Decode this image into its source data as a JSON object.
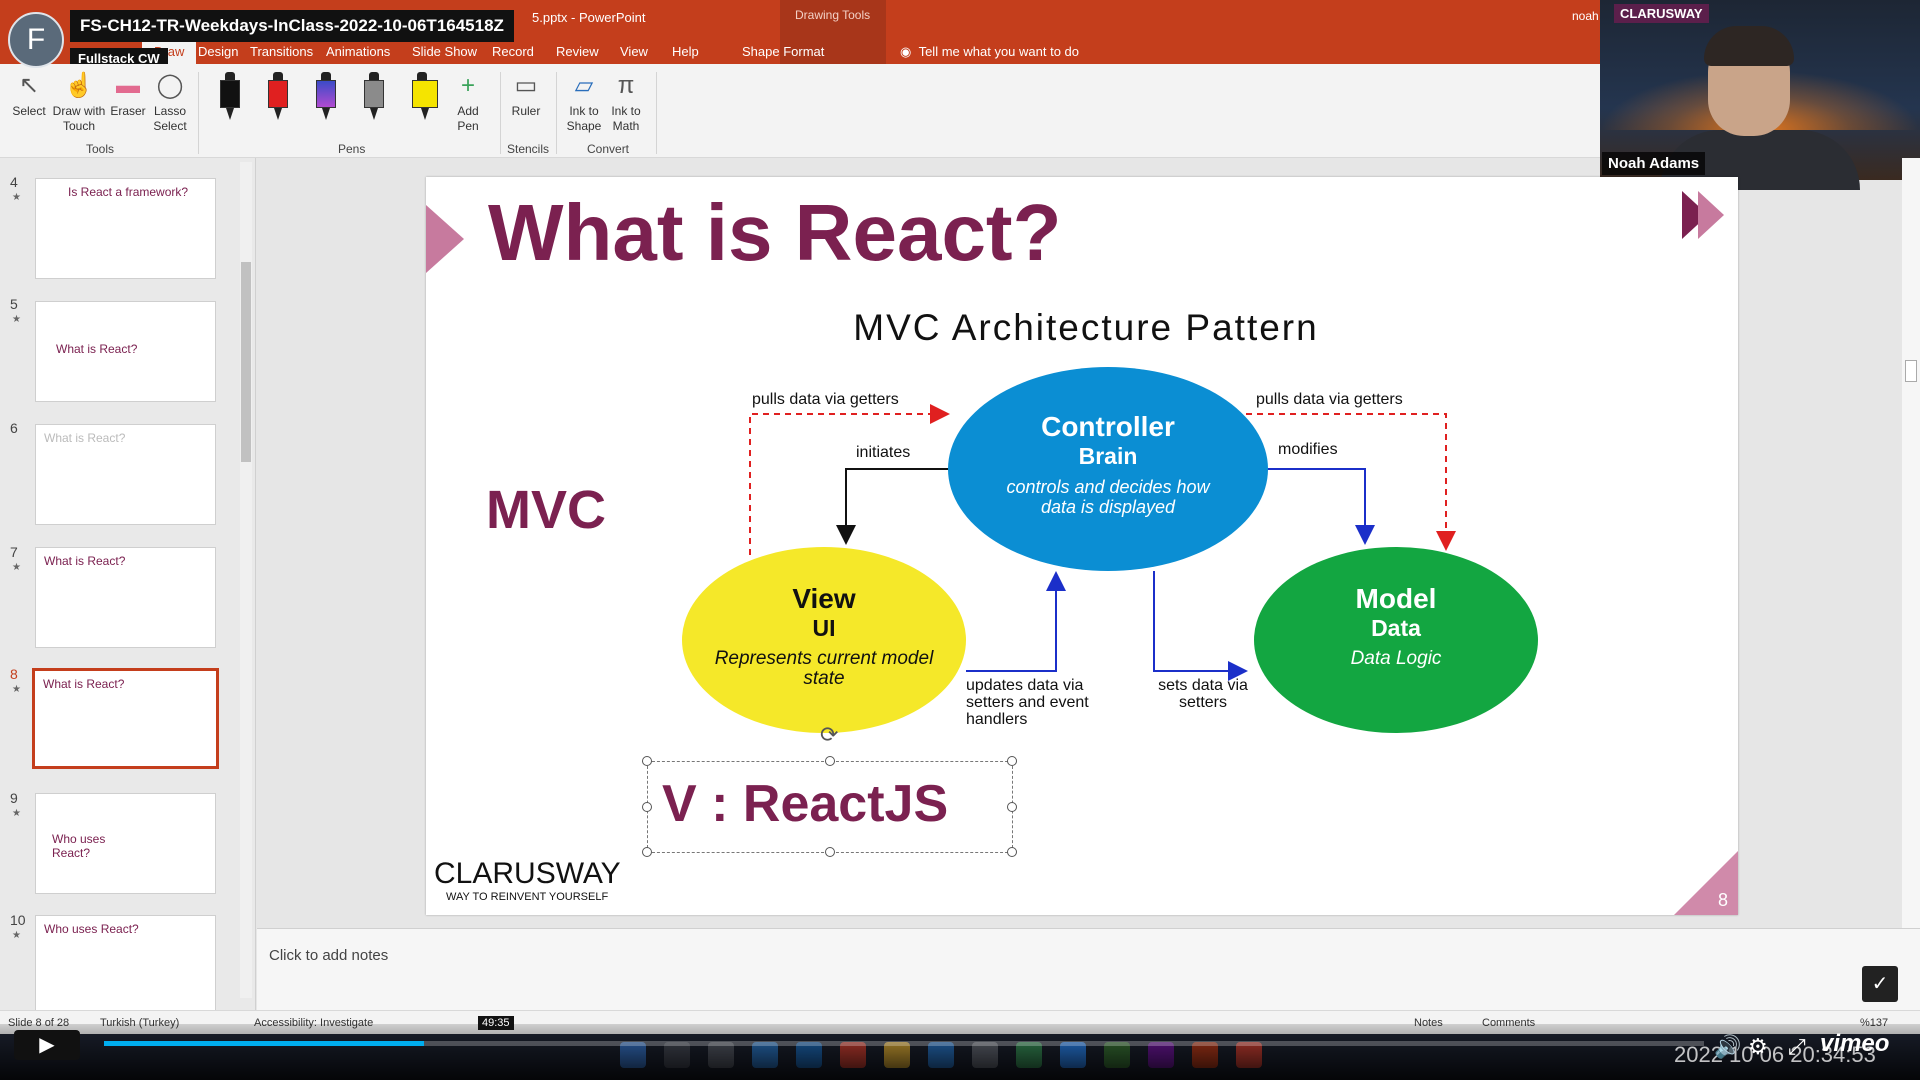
{
  "video": {
    "title": "FS-CH12-TR-Weekdays-InClass-2022-10-06T164518Z",
    "channel": "Fullstack CW",
    "avatar_letter": "F",
    "time_tooltip": "49:35",
    "timestamp": "2022 10 06 20:34:53",
    "brand": "vimeo",
    "progress_fraction": 0.2
  },
  "app": {
    "title": "5.pptx  -  PowerPoint",
    "drawing_tools": "Drawing Tools",
    "user": "noah",
    "tell_me": "Tell me what you want to do"
  },
  "tabs": [
    "Draw",
    "Design",
    "Transitions",
    "Animations",
    "Slide Show",
    "Record",
    "Review",
    "View",
    "Help",
    "Shape Format"
  ],
  "ribbon": {
    "select": "Select",
    "draw_touch": "Draw with Touch",
    "eraser": "Eraser",
    "lasso": "Lasso Select",
    "add_pen": "Add Pen",
    "ruler": "Ruler",
    "ink_shape": "Ink to Shape",
    "ink_math": "Ink to Math",
    "groups": {
      "tools": "Tools",
      "pens": "Pens",
      "stencils": "Stencils",
      "convert": "Convert"
    }
  },
  "webcam": {
    "logo": "CLARUSWAY",
    "name": "Noah Adams"
  },
  "thumbs": [
    {
      "num": "4",
      "title": "Is React a framework?"
    },
    {
      "num": "5",
      "title": "What is React?"
    },
    {
      "num": "6",
      "title": "What is React?"
    },
    {
      "num": "7",
      "title": "What is React?"
    },
    {
      "num": "8",
      "title": "What is React?"
    },
    {
      "num": "9",
      "title": "Who uses React?"
    },
    {
      "num": "10",
      "title": "Who uses React?"
    }
  ],
  "slide": {
    "title": "What is React?",
    "heading": "MVC Architecture Pattern",
    "mvc": "MVC",
    "controller": {
      "title": "Controller",
      "sub": "Brain",
      "desc": "controls and decides how data is displayed"
    },
    "view": {
      "title": "View",
      "sub": "UI",
      "desc": "Represents current model state"
    },
    "model": {
      "title": "Model",
      "sub": "Data",
      "desc": "Data Logic"
    },
    "labels": {
      "pulls_left": "pulls data via getters",
      "pulls_right": "pulls data via getters",
      "initiates": "initiates",
      "modifies": "modifies",
      "updates": "updates data via setters and event handlers",
      "sets": "sets data via setters"
    },
    "textbox": "V : ReactJS",
    "brand": "CLARUSWAY",
    "tagline": "WAY TO REINVENT YOURSELF",
    "page": "8"
  },
  "notes_placeholder": "Click to add notes",
  "status": {
    "slide": "Slide 8 of 28",
    "language": "Turkish (Turkey)",
    "accessibility": "Accessibility: Investigate",
    "notes": "Notes",
    "comments": "Comments",
    "zoom": "%137"
  }
}
